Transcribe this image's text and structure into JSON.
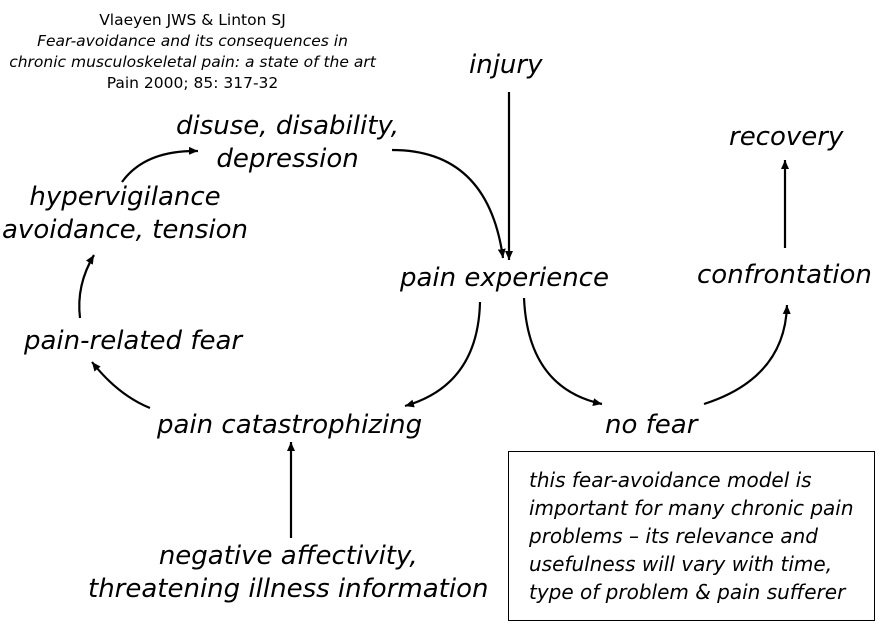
{
  "citation": {
    "authors": "Vlaeyen JWS & Linton SJ",
    "title_line1": "Fear-avoidance and its consequences in",
    "title_line2": "chronic musculoskeletal pain: a state of the art",
    "journal": "Pain 2000; 85: 317-32"
  },
  "nodes": {
    "injury": "injury",
    "recovery": "recovery",
    "disuse_line1": "disuse, disability,",
    "disuse_line2": "depression",
    "hypervigilance_line1": "hypervigilance",
    "hypervigilance_line2": "avoidance, tension",
    "pain_experience": "pain experience",
    "confrontation": "confrontation",
    "pain_related_fear": "pain-related fear",
    "pain_catastrophizing": "pain catastrophizing",
    "no_fear": "no fear",
    "negative_line1": "negative affectivity,",
    "negative_line2": "threatening illness information"
  },
  "note": {
    "line1": "this fear-avoidance model is",
    "line2": "important for many chronic pain",
    "line3": "problems – its relevance and",
    "line4": "usefulness will vary with time,",
    "line5": "type of problem & pain sufferer"
  }
}
